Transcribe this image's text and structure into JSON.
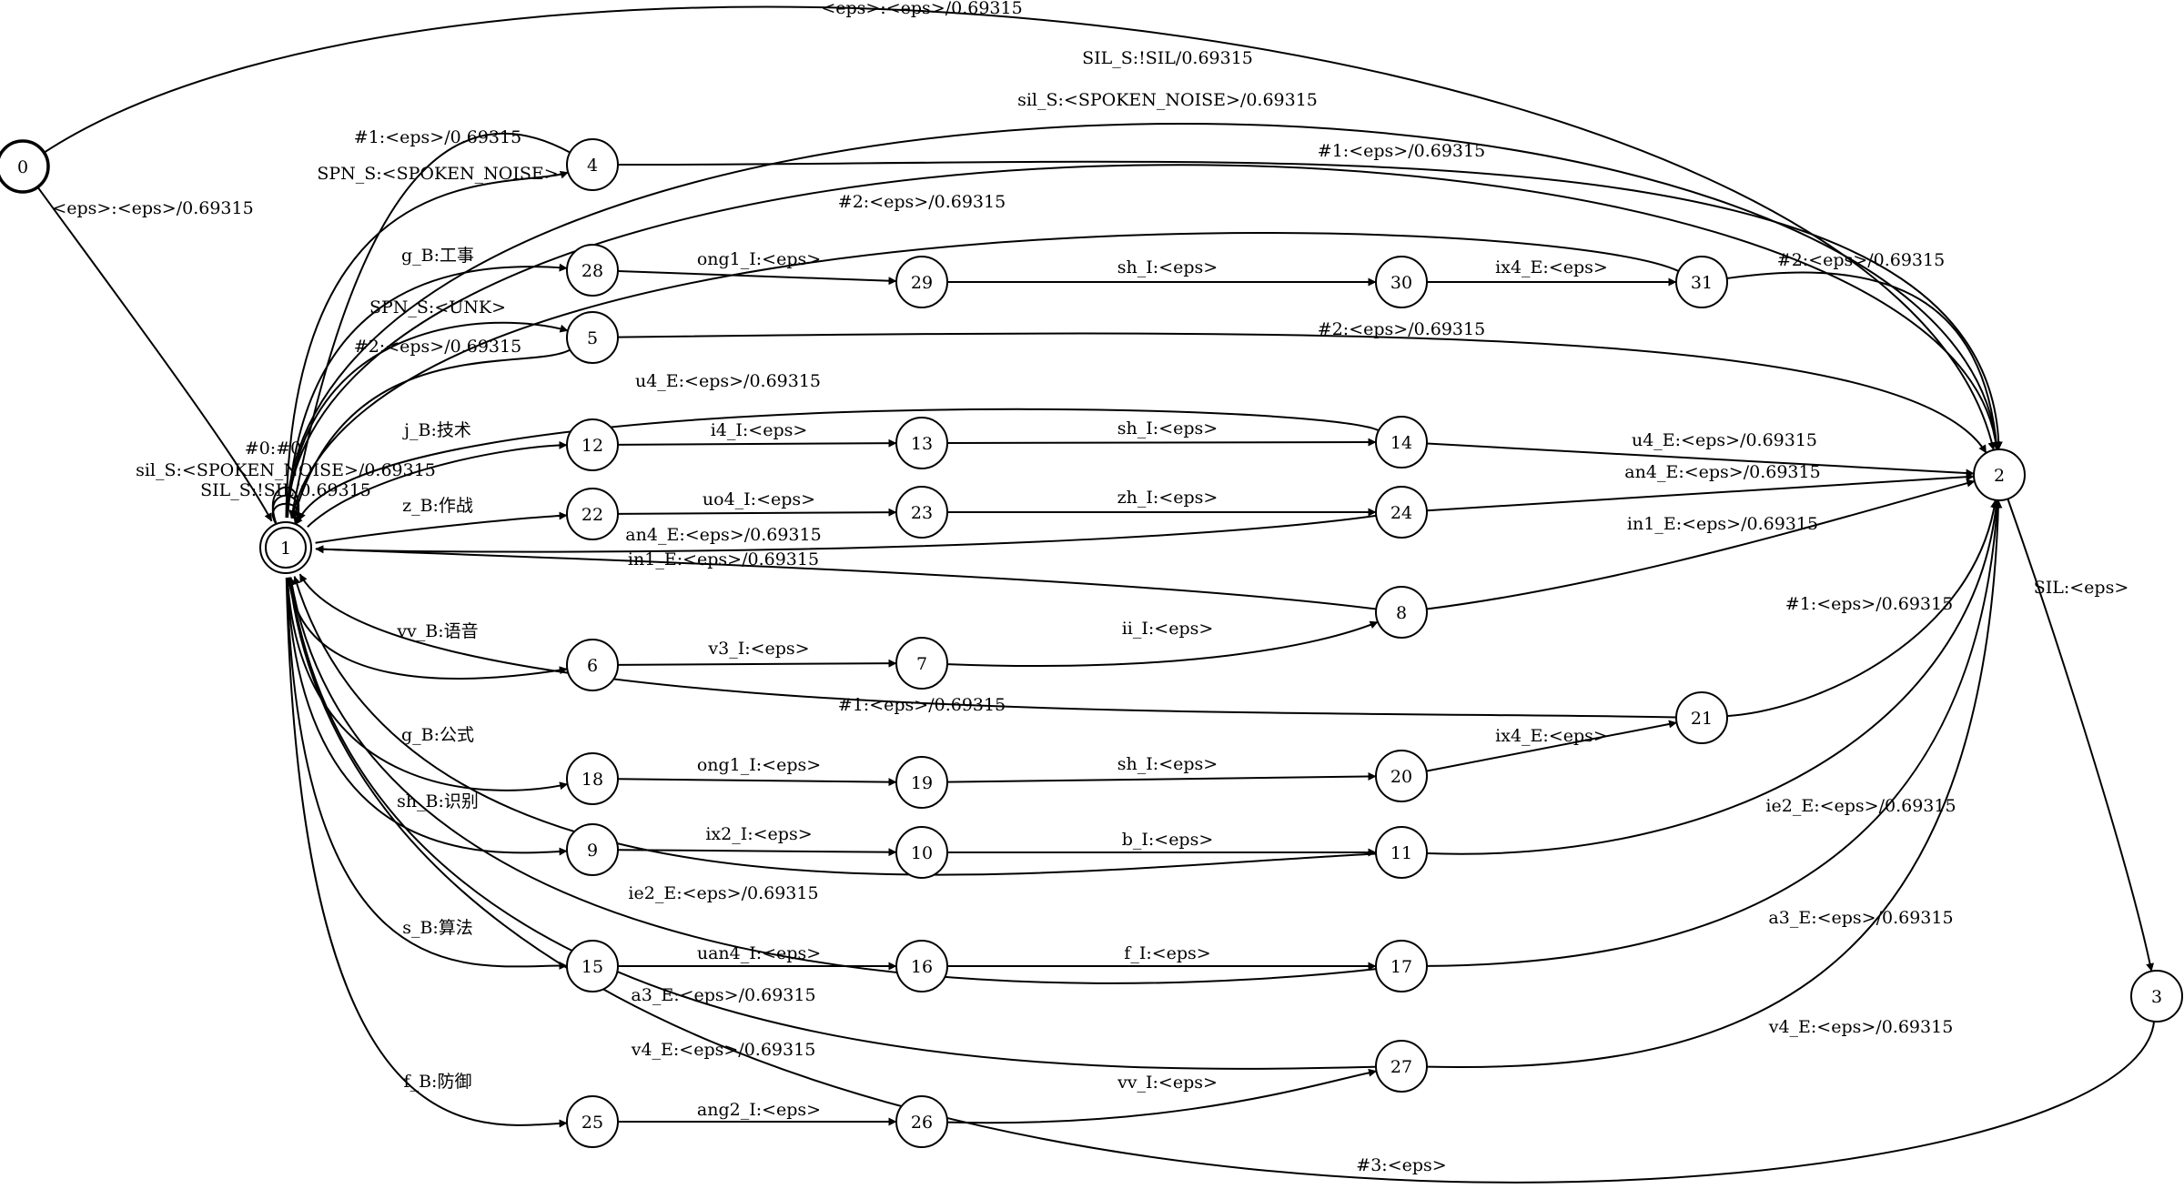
{
  "diagram": {
    "kind": "finite-state transducer",
    "nodes": [
      {
        "id": "0",
        "start": true
      },
      {
        "id": "1",
        "final": true
      },
      {
        "id": "2"
      },
      {
        "id": "3"
      },
      {
        "id": "4"
      },
      {
        "id": "5"
      },
      {
        "id": "6"
      },
      {
        "id": "7"
      },
      {
        "id": "8"
      },
      {
        "id": "9"
      },
      {
        "id": "10"
      },
      {
        "id": "11"
      },
      {
        "id": "12"
      },
      {
        "id": "13"
      },
      {
        "id": "14"
      },
      {
        "id": "15"
      },
      {
        "id": "16"
      },
      {
        "id": "17"
      },
      {
        "id": "18"
      },
      {
        "id": "19"
      },
      {
        "id": "20"
      },
      {
        "id": "21"
      },
      {
        "id": "22"
      },
      {
        "id": "23"
      },
      {
        "id": "24"
      },
      {
        "id": "25"
      },
      {
        "id": "26"
      },
      {
        "id": "27"
      },
      {
        "id": "28"
      },
      {
        "id": "29"
      },
      {
        "id": "30"
      },
      {
        "id": "31"
      }
    ],
    "edges": [
      {
        "from": "0",
        "to": "2",
        "label": "<eps>:<eps>/0.69315"
      },
      {
        "from": "0",
        "to": "1",
        "label": "<eps>:<eps>/0.69315"
      },
      {
        "from": "1",
        "to": "2",
        "label": "SIL_S:!SIL/0.69315"
      },
      {
        "from": "1",
        "to": "2",
        "label": "sil_S:<SPOKEN_NOISE>/0.69315"
      },
      {
        "from": "4",
        "to": "1",
        "label": "#1:<eps>/0.69315"
      },
      {
        "from": "4",
        "to": "2",
        "label": "#1:<eps>/0.69315"
      },
      {
        "from": "1",
        "to": "4",
        "label": "SPN_S:<SPOKEN_NOISE>"
      },
      {
        "from": "31",
        "to": "1",
        "label": "#2:<eps>/0.69315"
      },
      {
        "from": "1",
        "to": "28",
        "label": "g_B:工事"
      },
      {
        "from": "28",
        "to": "29",
        "label": "ong1_I:<eps>"
      },
      {
        "from": "29",
        "to": "30",
        "label": "sh_I:<eps>"
      },
      {
        "from": "30",
        "to": "31",
        "label": "ix4_E:<eps>"
      },
      {
        "from": "31",
        "to": "2",
        "label": "#2:<eps>/0.69315"
      },
      {
        "from": "1",
        "to": "5",
        "label": "SPN_S:<UNK>"
      },
      {
        "from": "5",
        "to": "1",
        "label": "#2:<eps>/0.69315"
      },
      {
        "from": "5",
        "to": "2",
        "label": "#2:<eps>/0.69315"
      },
      {
        "from": "14",
        "to": "1",
        "label": "u4_E:<eps>/0.69315"
      },
      {
        "from": "1",
        "to": "12",
        "label": "j_B:技术"
      },
      {
        "from": "12",
        "to": "13",
        "label": "i4_I:<eps>"
      },
      {
        "from": "13",
        "to": "14",
        "label": "sh_I:<eps>"
      },
      {
        "from": "14",
        "to": "2",
        "label": "u4_E:<eps>/0.69315"
      },
      {
        "from": "1",
        "to": "1",
        "label": "#0:#0"
      },
      {
        "from": "1",
        "to": "1",
        "label": "sil_S:<SPOKEN_NOISE>/0.69315"
      },
      {
        "from": "1",
        "to": "1",
        "label": "SIL_S:!SIL/0.69315"
      },
      {
        "from": "1",
        "to": "22",
        "label": "z_B:作战"
      },
      {
        "from": "22",
        "to": "23",
        "label": "uo4_I:<eps>"
      },
      {
        "from": "23",
        "to": "24",
        "label": "zh_I:<eps>"
      },
      {
        "from": "24",
        "to": "2",
        "label": "an4_E:<eps>/0.69315"
      },
      {
        "from": "24",
        "to": "1",
        "label": "an4_E:<eps>/0.69315"
      },
      {
        "from": "8",
        "to": "1",
        "label": "in1_E:<eps>/0.69315"
      },
      {
        "from": "8",
        "to": "2",
        "label": "in1_E:<eps>/0.69315"
      },
      {
        "from": "1",
        "to": "6",
        "label": "vv_B:语音"
      },
      {
        "from": "6",
        "to": "7",
        "label": "v3_I:<eps>"
      },
      {
        "from": "7",
        "to": "8",
        "label": "ii_I:<eps>"
      },
      {
        "from": "2",
        "to": "3",
        "label": "SIL:<eps>"
      },
      {
        "from": "21",
        "to": "1",
        "label": "#1:<eps>/0.69315"
      },
      {
        "from": "21",
        "to": "2",
        "label": "#1:<eps>/0.69315"
      },
      {
        "from": "1",
        "to": "18",
        "label": "g_B:公式"
      },
      {
        "from": "18",
        "to": "19",
        "label": "ong1_I:<eps>"
      },
      {
        "from": "19",
        "to": "20",
        "label": "sh_I:<eps>"
      },
      {
        "from": "20",
        "to": "21",
        "label": "ix4_E:<eps>"
      },
      {
        "from": "1",
        "to": "9",
        "label": "sh_B:识别"
      },
      {
        "from": "9",
        "to": "10",
        "label": "ix2_I:<eps>"
      },
      {
        "from": "10",
        "to": "11",
        "label": "b_I:<eps>"
      },
      {
        "from": "11",
        "to": "2",
        "label": "ie2_E:<eps>/0.69315"
      },
      {
        "from": "11",
        "to": "1",
        "label": "ie2_E:<eps>/0.69315"
      },
      {
        "from": "1",
        "to": "15",
        "label": "s_B:算法"
      },
      {
        "from": "15",
        "to": "16",
        "label": "uan4_I:<eps>"
      },
      {
        "from": "16",
        "to": "17",
        "label": "f_I:<eps>"
      },
      {
        "from": "17",
        "to": "2",
        "label": "a3_E:<eps>/0.69315"
      },
      {
        "from": "17",
        "to": "1",
        "label": "a3_E:<eps>/0.69315"
      },
      {
        "from": "27",
        "to": "1",
        "label": "v4_E:<eps>/0.69315"
      },
      {
        "from": "27",
        "to": "2",
        "label": "v4_E:<eps>/0.69315"
      },
      {
        "from": "1",
        "to": "25",
        "label": "f_B:防御"
      },
      {
        "from": "25",
        "to": "26",
        "label": "ang2_I:<eps>"
      },
      {
        "from": "26",
        "to": "27",
        "label": "vv_I:<eps>"
      },
      {
        "from": "3",
        "to": "1",
        "label": "#3:<eps>"
      }
    ]
  }
}
